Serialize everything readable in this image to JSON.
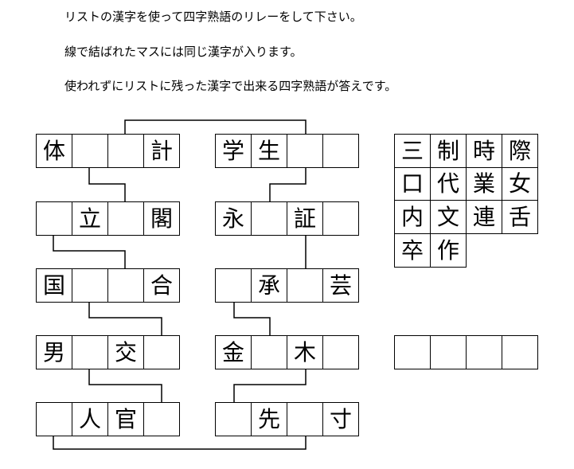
{
  "instructions": [
    "リストの漢字を使って四字熟語のリレーをして下さい。",
    "線で結ばれたマスには同じ漢字が入ります。",
    "使われずにリストに残った漢字で出来る四字熟語が答えです。"
  ],
  "left_column": [
    [
      "体",
      "",
      "",
      "計"
    ],
    [
      "",
      "立",
      "",
      "閣"
    ],
    [
      "国",
      "",
      "",
      "合"
    ],
    [
      "男",
      "",
      "交",
      ""
    ],
    [
      "",
      "人",
      "官",
      ""
    ]
  ],
  "right_column": [
    [
      "学",
      "生",
      "",
      ""
    ],
    [
      "永",
      "",
      "証",
      ""
    ],
    [
      "",
      "承",
      "",
      "芸"
    ],
    [
      "金",
      "",
      "木",
      ""
    ],
    [
      "",
      "先",
      "",
      "寸"
    ]
  ],
  "kanji_list": [
    "三",
    "制",
    "時",
    "際",
    "口",
    "代",
    "業",
    "女",
    "内",
    "文",
    "連",
    "舌",
    "卒",
    "作"
  ],
  "answer_cells": [
    "",
    "",
    "",
    ""
  ]
}
